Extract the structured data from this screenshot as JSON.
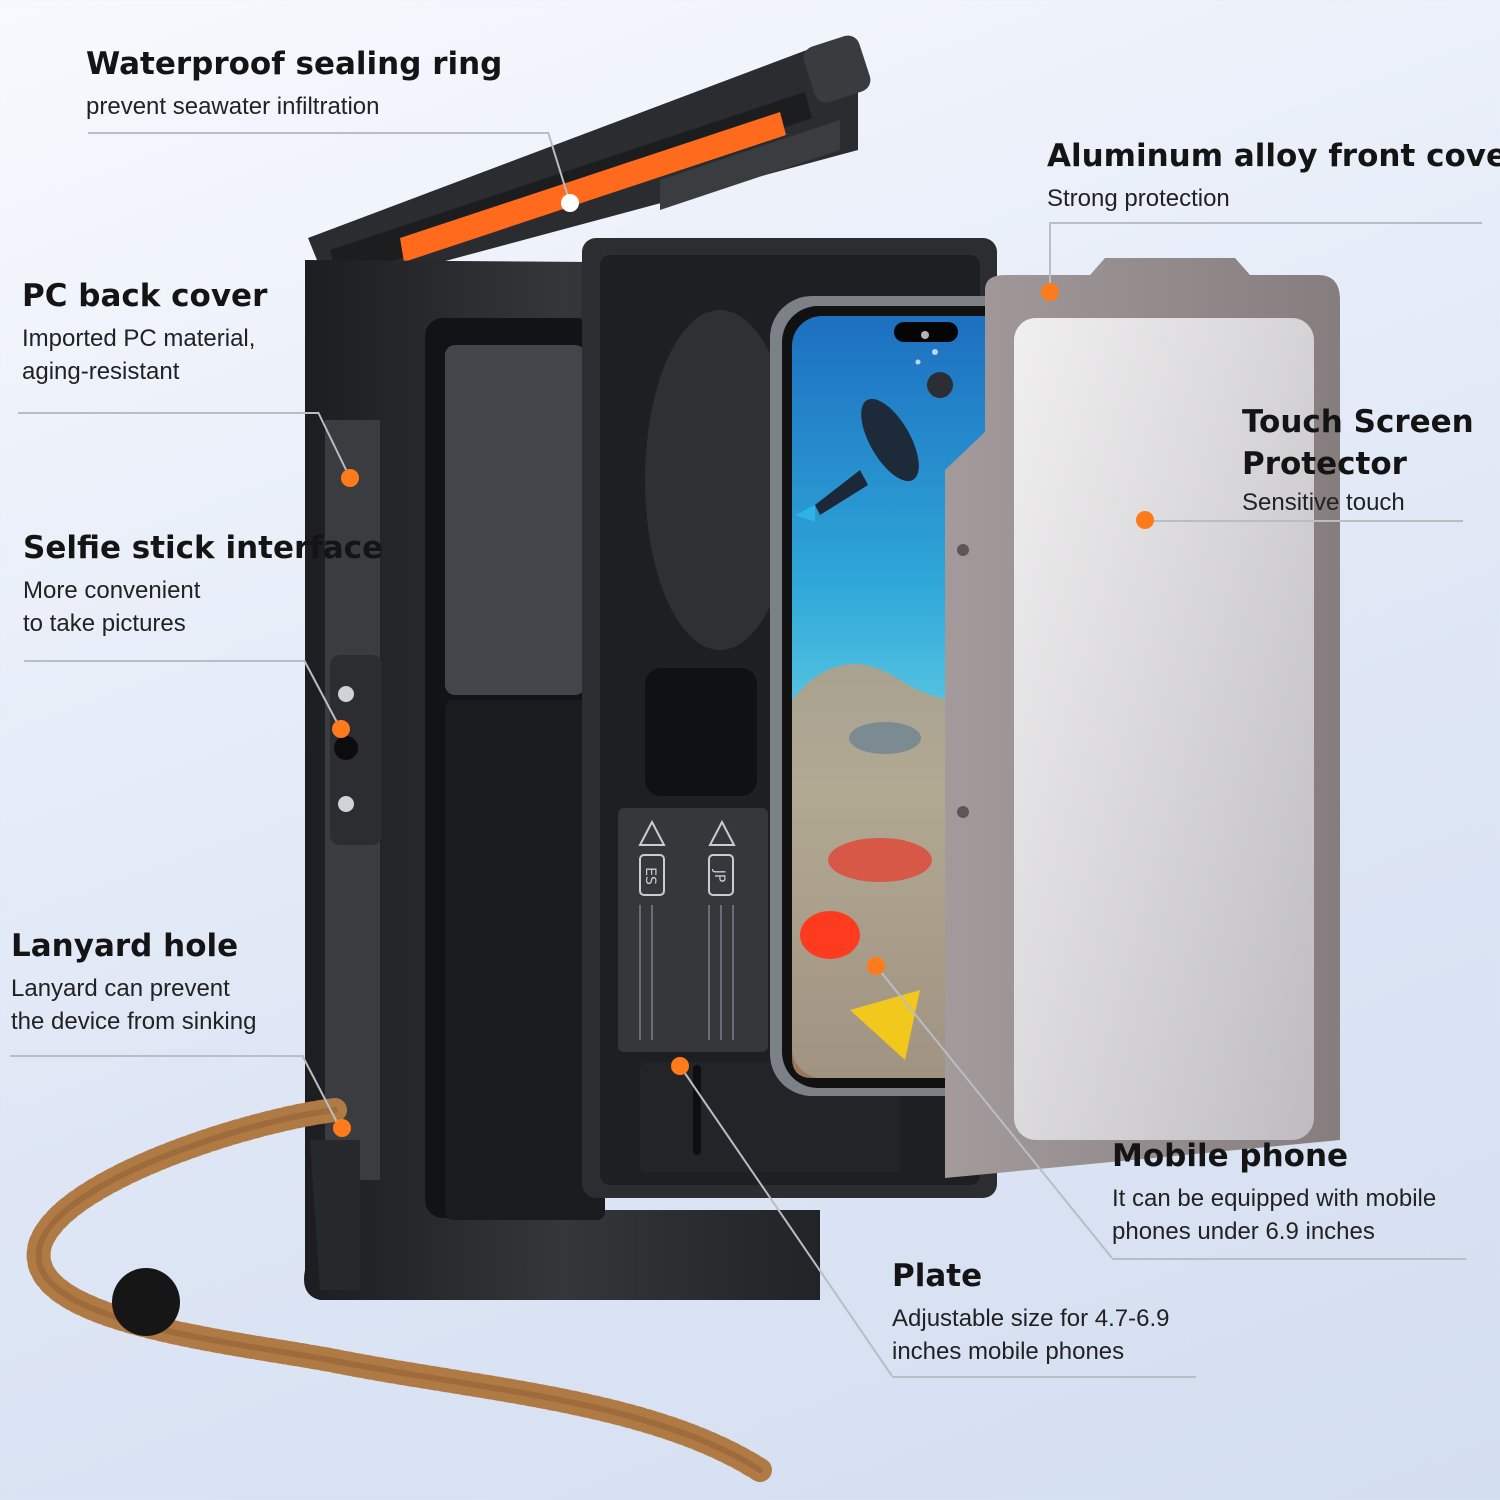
{
  "colors": {
    "accent": "#ff7a1a",
    "housing": "#2a2b2e",
    "front_cover": "#8f8787",
    "seal": "#ff6a1c",
    "lanyard": "#b07a45"
  },
  "callouts": {
    "sealing_ring": {
      "title": "Waterproof sealing ring",
      "desc": "prevent seawater infiltration"
    },
    "front_cover": {
      "title": "Aluminum alloy front cover",
      "desc": "Strong protection"
    },
    "back_cover": {
      "title": "PC back cover",
      "desc_line1": "Imported PC material,",
      "desc_line2": "aging-resistant"
    },
    "touch_protector": {
      "title_line1": "Touch Screen",
      "title_line2": "Protector",
      "desc": "Sensitive touch"
    },
    "selfie_interface": {
      "title": "Selfie stick interface",
      "desc_line1": "More convenient",
      "desc_line2": "to take pictures"
    },
    "lanyard_hole": {
      "title": "Lanyard hole",
      "desc_line1": "Lanyard can prevent",
      "desc_line2": "the device from sinking"
    },
    "mobile_phone": {
      "title": "Mobile phone",
      "desc_line1": "It can be equipped with mobile",
      "desc_line2": "phones under 6.9 inches"
    },
    "plate": {
      "title": "Plate",
      "desc_line1": "Adjustable size for 4.7-6.9",
      "desc_line2": "inches mobile phones"
    }
  },
  "plate_labels": {
    "left_code": "ES",
    "right_code": "JP"
  },
  "icons": [
    "warning-triangle-icon",
    "warning-triangle-icon"
  ]
}
